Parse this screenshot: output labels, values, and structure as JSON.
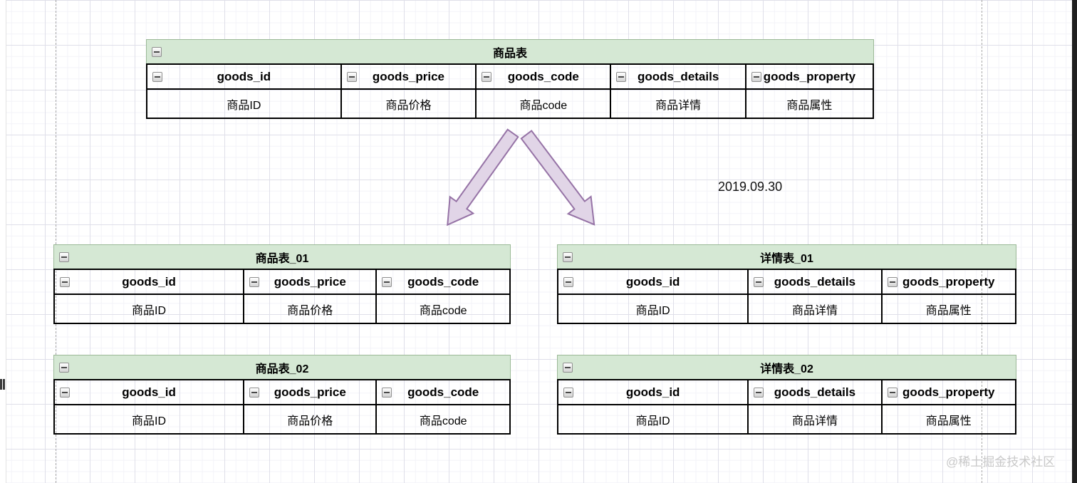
{
  "canvas": {
    "date_label": "2019.09.30",
    "watermark": "@稀土掘金技术社区",
    "colors": {
      "table_header_bg": "#d5e8d4",
      "table_header_border": "#9bb997",
      "arrow_fill": "#e1d5e7",
      "arrow_stroke": "#9673a6",
      "grid_major": "#dfdfe9",
      "grid_minor": "#f3f3f8",
      "watermark_color": "#c9c9c9",
      "guide_color": "#aaaaaa"
    },
    "icons": {
      "collapse": "minus-icon",
      "arrows": [
        "split-arrow-left",
        "split-arrow-right"
      ]
    }
  },
  "tables": [
    {
      "id": "goods",
      "title": "商品表",
      "columns": [
        {
          "name": "goods_id",
          "label": "商品ID"
        },
        {
          "name": "goods_price",
          "label": "商品价格"
        },
        {
          "name": "goods_code",
          "label": "商品code"
        },
        {
          "name": "goods_details",
          "label": "商品详情"
        },
        {
          "name": "goods_property",
          "label": "商品属性"
        }
      ]
    },
    {
      "id": "goods-01",
      "title": "商品表_01",
      "columns": [
        {
          "name": "goods_id",
          "label": "商品ID"
        },
        {
          "name": "goods_price",
          "label": "商品价格"
        },
        {
          "name": "goods_code",
          "label": "商品code"
        }
      ]
    },
    {
      "id": "details-01",
      "title": "详情表_01",
      "columns": [
        {
          "name": "goods_id",
          "label": "商品ID"
        },
        {
          "name": "goods_details",
          "label": "商品详情"
        },
        {
          "name": "goods_property",
          "label": "商品属性"
        }
      ]
    },
    {
      "id": "goods-02",
      "title": "商品表_02",
      "columns": [
        {
          "name": "goods_id",
          "label": "商品ID"
        },
        {
          "name": "goods_price",
          "label": "商品价格"
        },
        {
          "name": "goods_code",
          "label": "商品code"
        }
      ]
    },
    {
      "id": "details-02",
      "title": "详情表_02",
      "columns": [
        {
          "name": "goods_id",
          "label": "商品ID"
        },
        {
          "name": "goods_details",
          "label": "商品详情"
        },
        {
          "name": "goods_property",
          "label": "商品属性"
        }
      ]
    }
  ]
}
